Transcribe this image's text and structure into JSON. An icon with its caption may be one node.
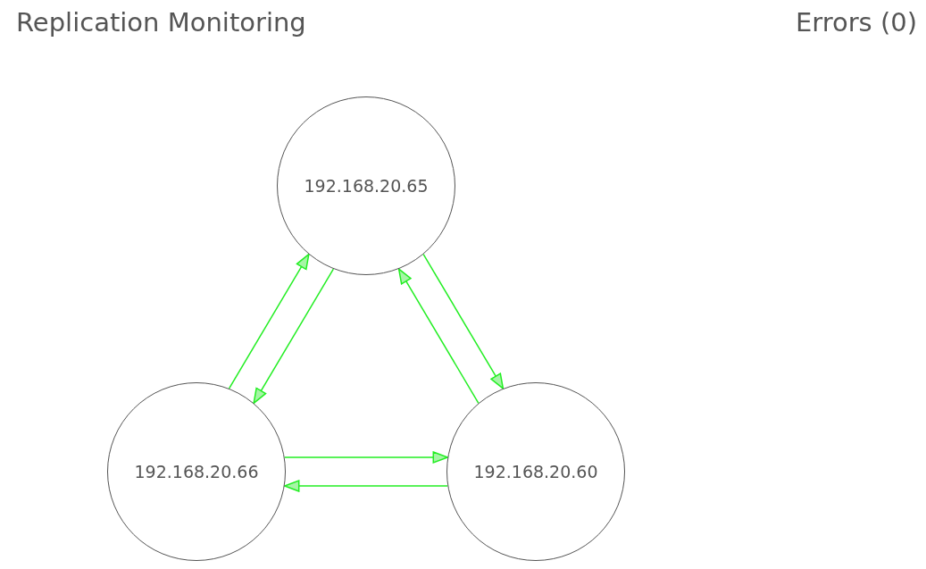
{
  "diagram": {
    "title": "Replication Monitoring",
    "nodes": [
      {
        "text": [
          "192.168.20.65"
        ]
      },
      {
        "text": [
          "192.168.20.66"
        ]
      },
      {
        "text": [
          "192.168.20.60"
        ]
      }
    ],
    "edges": [
      {
        "from": 1,
        "to": 0,
        "arrow": "to"
      },
      {
        "from": 0,
        "to": 1,
        "arrow": "to"
      },
      {
        "from": 2,
        "to": 0,
        "arrow": "to"
      },
      {
        "from": 0,
        "to": 2,
        "arrow": "to"
      },
      {
        "from": 1,
        "to": 2,
        "arrow": "to"
      },
      {
        "from": 2,
        "to": 1,
        "arrow": "to"
      }
    ],
    "labels": [
      "Errors (0)"
    ]
  }
}
